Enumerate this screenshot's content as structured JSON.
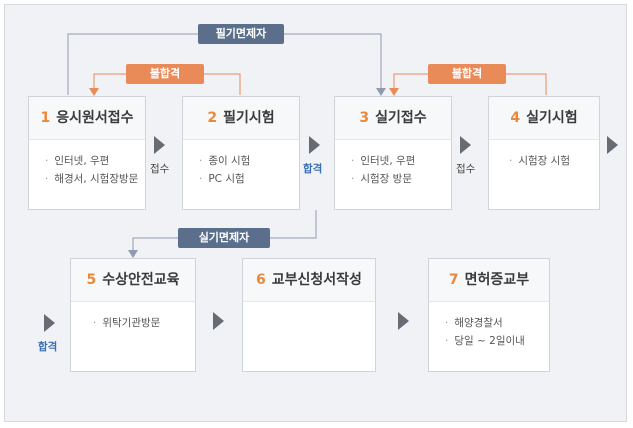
{
  "tags": {
    "written_exemption": "필기면제자",
    "fail_left": "불합격",
    "fail_right": "불합격",
    "practical_exemption": "실기면제자"
  },
  "steps": [
    {
      "num": "1",
      "title": "응시원서접수",
      "items": [
        "인터넷, 우편",
        "해경서, 시험장방문"
      ]
    },
    {
      "num": "2",
      "title": "필기시험",
      "items": [
        "종이 시험",
        "PC  시험"
      ]
    },
    {
      "num": "3",
      "title": "실기접수",
      "items": [
        "인터넷, 우편",
        "시험장 방문"
      ]
    },
    {
      "num": "4",
      "title": "실기시험",
      "items": [
        "시험장 시험"
      ]
    },
    {
      "num": "5",
      "title": "수상안전교육",
      "items": [
        "위탁기관방문"
      ]
    },
    {
      "num": "6",
      "title": "교부신청서작성",
      "items": []
    },
    {
      "num": "7",
      "title": "면허증교부",
      "items": [
        "해양경찰서",
        "당일 ~ 2일이내"
      ]
    }
  ],
  "transitions": {
    "t1": "접수",
    "t2": "합격",
    "t3": "접수",
    "t4": "합격"
  },
  "colors": {
    "accent_orange": "#e98a3a",
    "tag_blue": "#5b6f8c",
    "tag_orange": "#e98a59",
    "pass_blue": "#3a6fb5",
    "arrow_gray": "#666b74"
  }
}
